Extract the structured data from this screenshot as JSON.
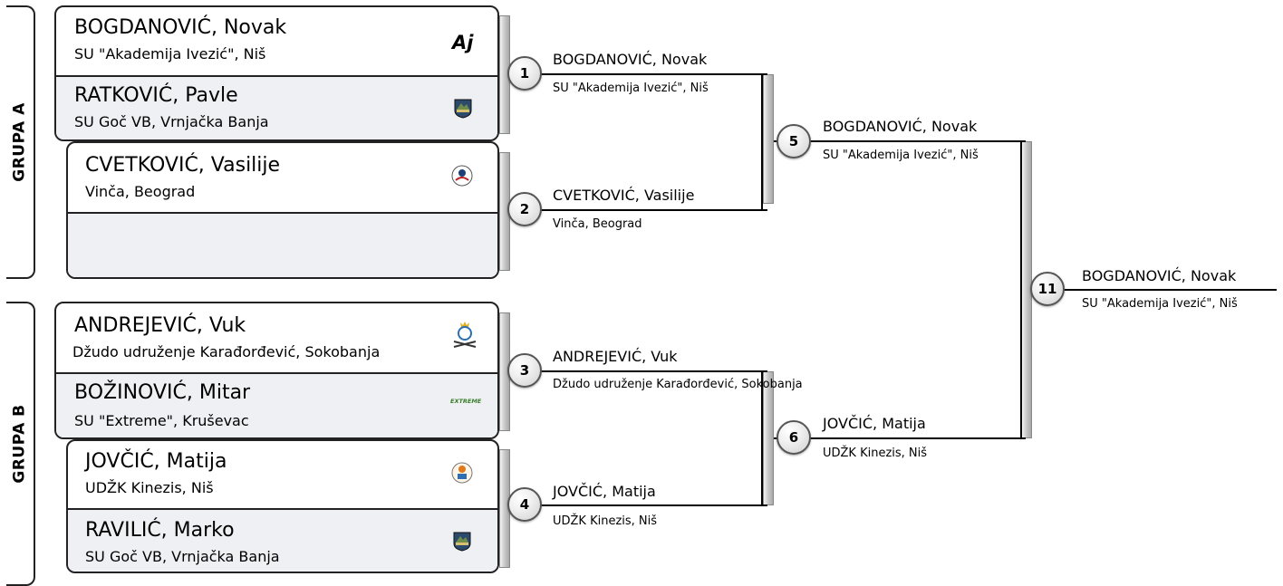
{
  "groups": [
    {
      "label": "GRUPA A"
    },
    {
      "label": "GRUPA B"
    }
  ],
  "pairs": [
    {
      "top": {
        "name": "BOGDANOVIĆ, Novak",
        "club": "SU \"Akademija Ivezić\", Niš",
        "logo": "akademija-logo"
      },
      "bottom": {
        "name": "RATKOVIĆ, Pavle",
        "club": "SU Goč VB, Vrnjačka Banja",
        "logo": "goc-logo"
      }
    },
    {
      "top": {
        "name": "CVETKOVIĆ, Vasilije",
        "club": "Vinča, Beograd",
        "logo": "vinca-logo"
      },
      "bottom": {
        "name": "",
        "club": ""
      }
    },
    {
      "top": {
        "name": "ANDREJEVIĆ, Vuk",
        "club": "Džudo udruženje Karađorđević, Sokobanja",
        "logo": "karadjordjevic-logo"
      },
      "bottom": {
        "name": "BOŽINOVIĆ, Mitar",
        "club": "SU \"Extreme\", Kruševac",
        "logo": "extreme-logo"
      }
    },
    {
      "top": {
        "name": "JOVČIĆ, Matija",
        "club": "UDŽK Kinezis, Niš",
        "logo": "kinezis-logo"
      },
      "bottom": {
        "name": "RAVILIĆ, Marko",
        "club": "SU Goč VB, Vrnjačka Banja",
        "logo": "goc-logo"
      }
    }
  ],
  "matches": [
    {
      "number": "1",
      "winner": "BOGDANOVIĆ, Novak",
      "club": "SU \"Akademija Ivezić\", Niš"
    },
    {
      "number": "2",
      "winner": "CVETKOVIĆ, Vasilije",
      "club": "Vinča, Beograd"
    },
    {
      "number": "3",
      "winner": "ANDREJEVIĆ, Vuk",
      "club": "Džudo udruženje Karađorđević, Sokobanja"
    },
    {
      "number": "4",
      "winner": "JOVČIĆ, Matija",
      "club": "UDŽK Kinezis, Niš"
    },
    {
      "number": "5",
      "winner": "BOGDANOVIĆ, Novak",
      "club": "SU \"Akademija Ivezić\", Niš"
    },
    {
      "number": "6",
      "winner": "JOVČIĆ, Matija",
      "club": "UDŽK Kinezis, Niš"
    },
    {
      "number": "11",
      "winner": "BOGDANOVIĆ, Novak",
      "club": "SU \"Akademija Ivezić\", Niš"
    }
  ],
  "logo_text": {
    "akademija": "Aj",
    "extreme": "EXTREME"
  }
}
